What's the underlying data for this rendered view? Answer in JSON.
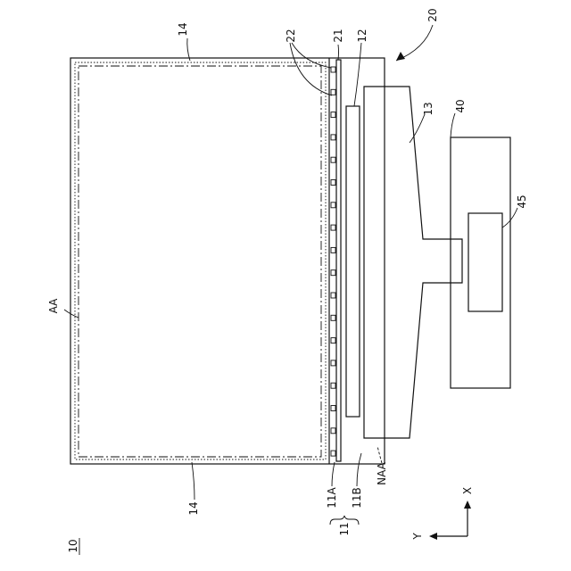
{
  "figure": {
    "ref_main": "10",
    "labels": {
      "panel_edge": "14",
      "active_area": "AA",
      "non_active_area": "NAA",
      "electrodes": "22",
      "electrode_line": "21",
      "driver_ic": "12",
      "flexible_board": "13",
      "assembly": "20",
      "control_board": "40",
      "controller_chip": "45",
      "substrate_a": "11A",
      "substrate_b": "11B",
      "substrate": "11"
    },
    "axes": {
      "x": "X",
      "y": "Y"
    }
  }
}
